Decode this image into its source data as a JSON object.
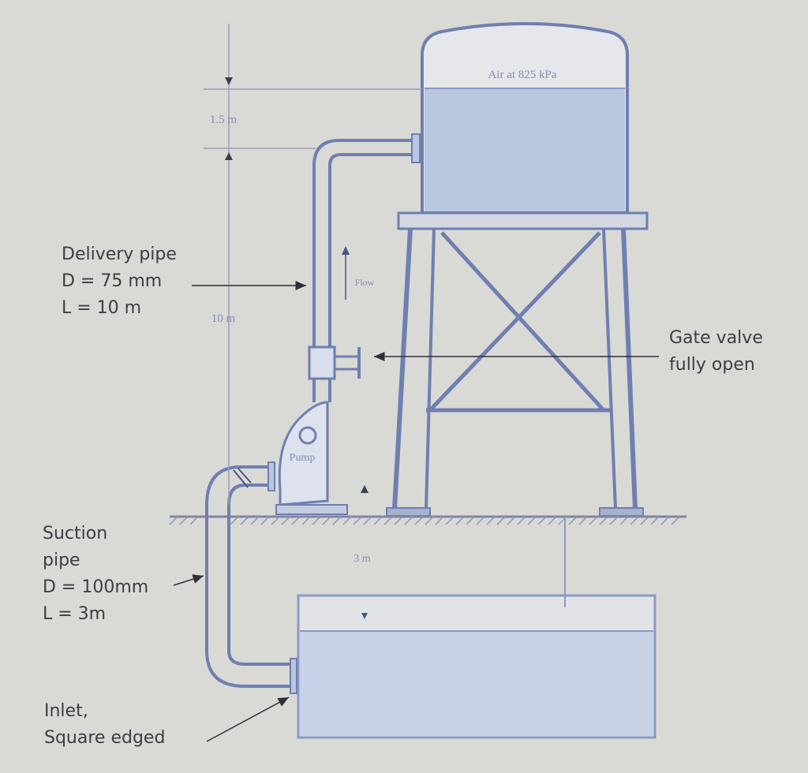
{
  "tank": {
    "pressure_label": "Air at 825 kPa"
  },
  "dimensions": {
    "top_gap": "1.5 m",
    "height": "10 m",
    "suction_depth": "3 m"
  },
  "flow_label": "Flow",
  "pump_label": "Pump",
  "delivery_pipe": {
    "title": "Delivery pipe",
    "diameter": "D = 75 mm",
    "length": "L = 10 m"
  },
  "gate_valve": {
    "line1": "Gate valve",
    "line2": "fully open"
  },
  "suction_pipe": {
    "line1": "Suction",
    "line2": "pipe",
    "diameter": "D = 100mm",
    "length": "L = 3m"
  },
  "inlet": {
    "line1": "Inlet,",
    "line2": "Square edged"
  },
  "colors": {
    "water": "#b9c7e0",
    "line": "#6f7fb0",
    "text": "#3d3d44",
    "background": "#d9d9d6"
  }
}
